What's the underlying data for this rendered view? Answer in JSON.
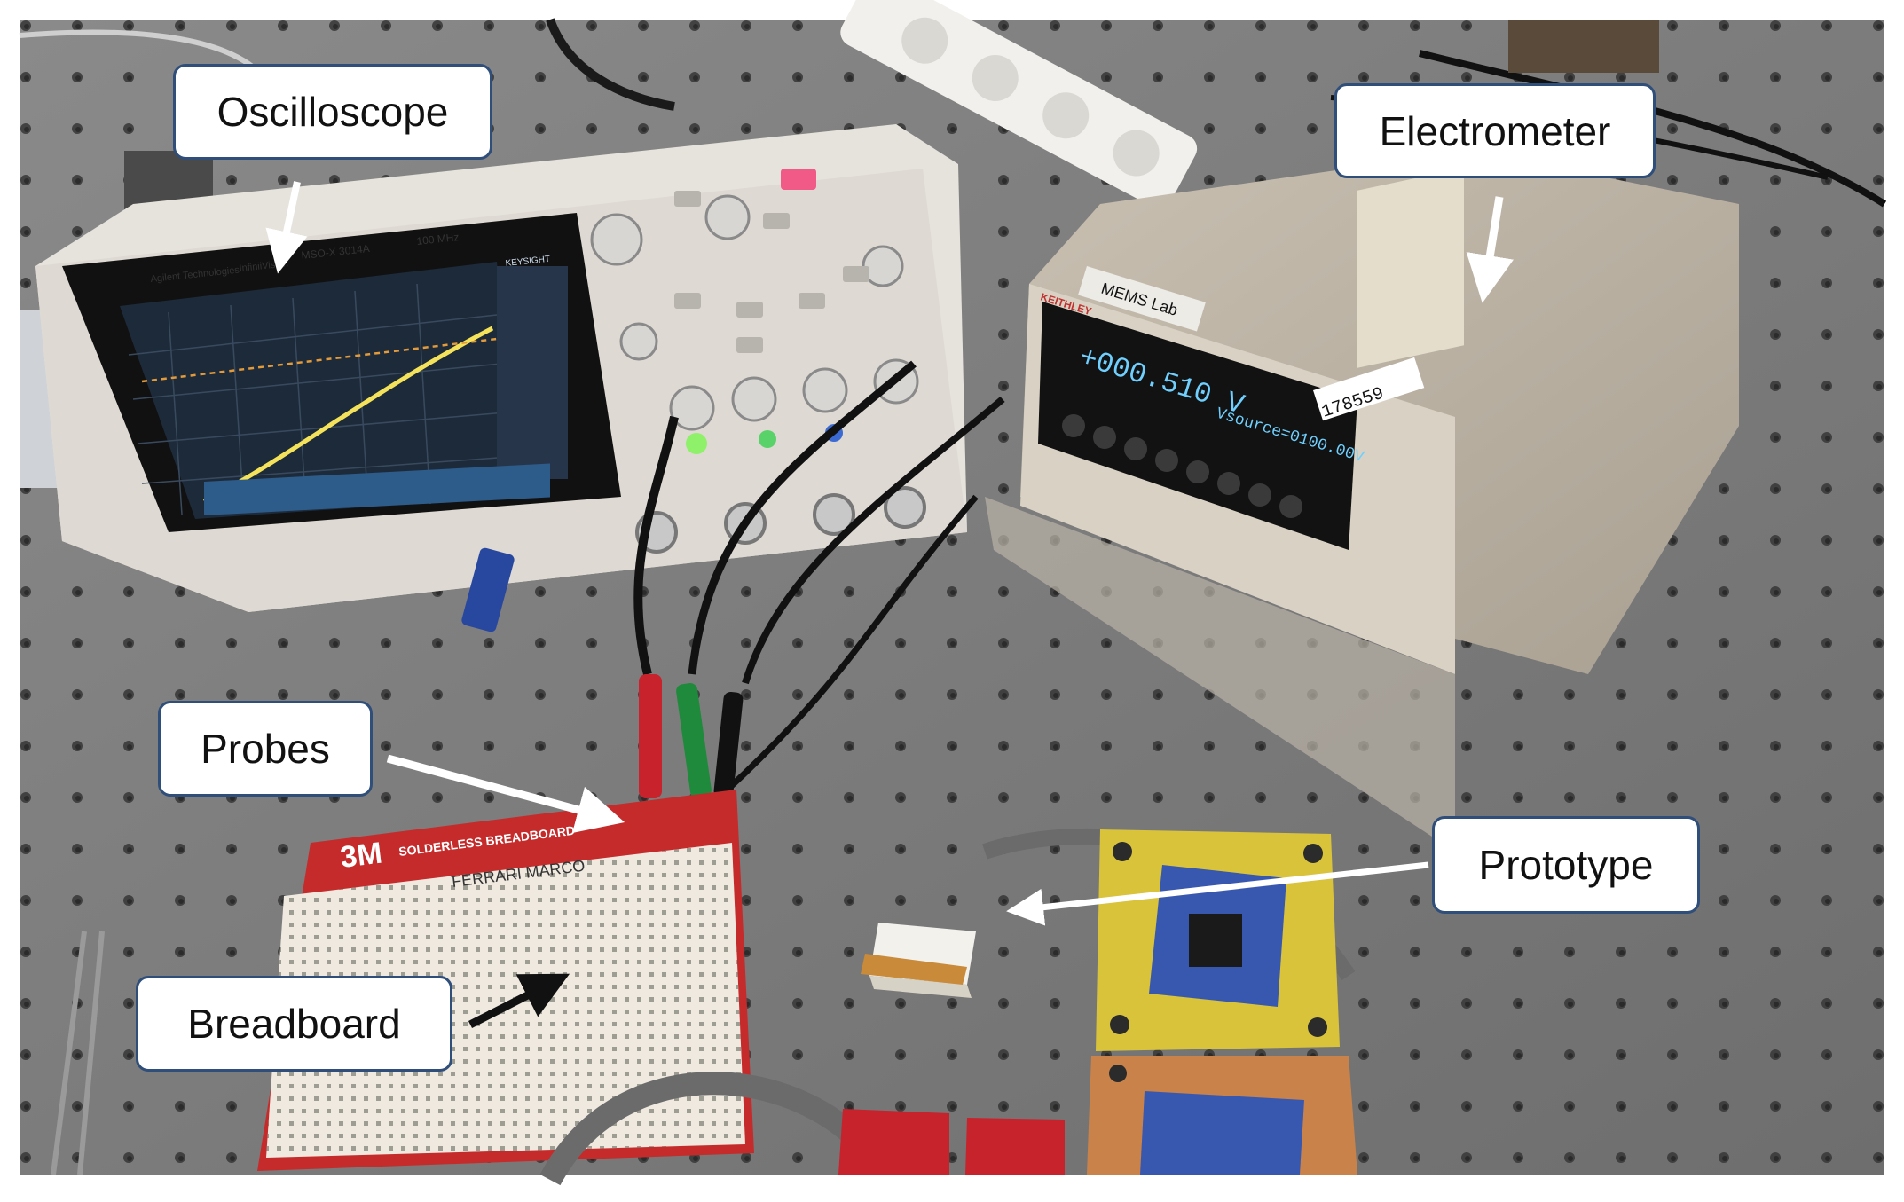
{
  "photo": {
    "subject": "lab bench with measurement instruments on an optical table",
    "colors": {
      "table": "#7b7b7b",
      "table_hole": "#3a3a3a",
      "scope_body": "#e6e2dc",
      "scope_screen": "#1d2a3a",
      "scope_trace": "#f4e35a",
      "electrometer_body": "#bdb4a5",
      "breadboard_frame": "#c62b2b",
      "pcb_yellow": "#d9c33a",
      "pcb_copper": "#c9834a",
      "callout_border": "#2f4f7a",
      "arrow_light": "#ffffff",
      "arrow_dark": "#111111"
    },
    "instrument_text": {
      "scope_brand": "Agilent Technologies",
      "scope_series": "InfiniiVision",
      "scope_model": "MSO-X 3014A",
      "scope_bandwidth": "100 MHz",
      "scope_logo": "KEYSIGHT",
      "electrometer_brand": "KEITHLEY",
      "electrometer_label": "MEMS Lab",
      "electrometer_reading": "+000.510 V",
      "electrometer_source": "Vsource=0100.00V",
      "electrometer_asset": "178559",
      "breadboard_brand": "3M",
      "breadboard_title": "SOLDERLESS BREADBOARD",
      "breadboard_owner": "FERRARI MARCO"
    }
  },
  "labels": {
    "oscilloscope": "Oscilloscope",
    "electrometer": "Electrometer",
    "probes": "Probes",
    "prototype": "Prototype",
    "breadboard": "Breadboard"
  }
}
